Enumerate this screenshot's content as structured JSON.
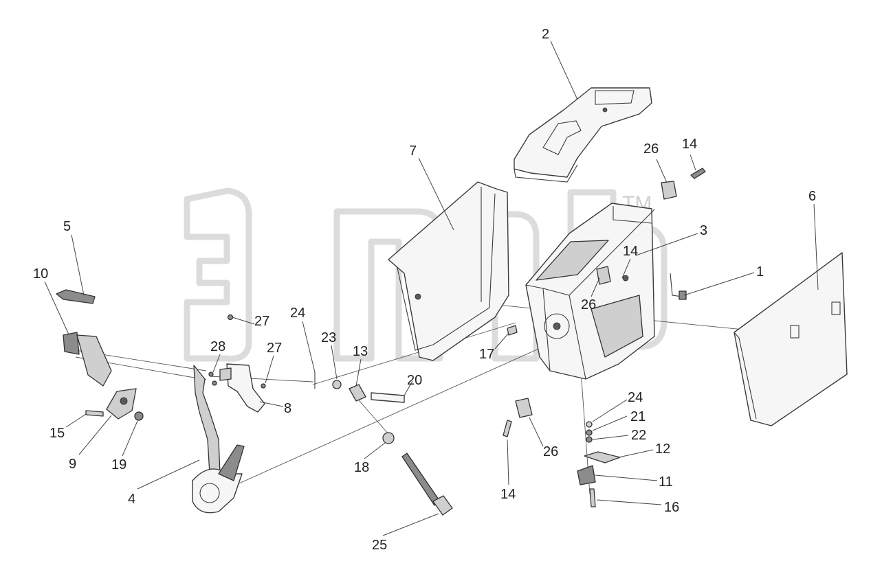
{
  "diagram": {
    "callouts": [
      {
        "id": "2",
        "text": "2"
      },
      {
        "id": "7",
        "text": "7"
      },
      {
        "id": "26a",
        "text": "26"
      },
      {
        "id": "14a",
        "text": "14"
      },
      {
        "id": "6",
        "text": "6"
      },
      {
        "id": "3",
        "text": "3"
      },
      {
        "id": "14b",
        "text": "14"
      },
      {
        "id": "1",
        "text": "1"
      },
      {
        "id": "26b",
        "text": "26"
      },
      {
        "id": "5",
        "text": "5"
      },
      {
        "id": "10",
        "text": "10"
      },
      {
        "id": "27a",
        "text": "27"
      },
      {
        "id": "24a",
        "text": "24"
      },
      {
        "id": "23",
        "text": "23"
      },
      {
        "id": "13",
        "text": "13"
      },
      {
        "id": "28",
        "text": "28"
      },
      {
        "id": "27b",
        "text": "27"
      },
      {
        "id": "17",
        "text": "17"
      },
      {
        "id": "20",
        "text": "20"
      },
      {
        "id": "8",
        "text": "8"
      },
      {
        "id": "15",
        "text": "15"
      },
      {
        "id": "9",
        "text": "9"
      },
      {
        "id": "19",
        "text": "19"
      },
      {
        "id": "18",
        "text": "18"
      },
      {
        "id": "4",
        "text": "4"
      },
      {
        "id": "25",
        "text": "25"
      },
      {
        "id": "24b",
        "text": "24"
      },
      {
        "id": "21",
        "text": "21"
      },
      {
        "id": "22",
        "text": "22"
      },
      {
        "id": "12",
        "text": "12"
      },
      {
        "id": "26c",
        "text": "26"
      },
      {
        "id": "11",
        "text": "11"
      },
      {
        "id": "14c",
        "text": "14"
      },
      {
        "id": "16",
        "text": "16"
      }
    ],
    "watermark": {
      "mark": "TM"
    }
  }
}
